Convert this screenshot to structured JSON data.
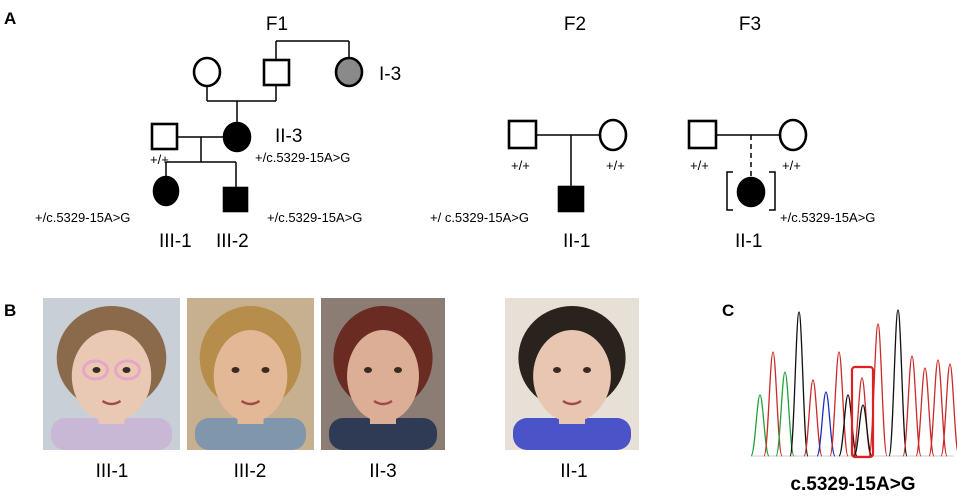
{
  "panels": {
    "a": "A",
    "b": "B",
    "c": "C"
  },
  "families": {
    "f1": {
      "title": "F1",
      "i3": "I-3",
      "ii3": "II-3",
      "ii3_gen": "+/c.5329-15A>G",
      "father_gen": "+/+",
      "iii1": "III-1",
      "iii1_gen": "+/c.5329-15A>G",
      "iii2": "III-2",
      "iii2_gen": "+/c.5329-15A>G"
    },
    "f2": {
      "title": "F2",
      "father_gen": "+/+",
      "mother_gen": "+/+",
      "child": "II-1",
      "child_gen": "+/ c.5329-15A>G"
    },
    "f3": {
      "title": "F3",
      "father_gen": "+/+",
      "mother_gen": "+/+",
      "child": "II-1",
      "child_gen": "+/c.5329-15A>G"
    }
  },
  "photos": [
    {
      "label": "III-1",
      "colors": {
        "bg": "#c9cfd6",
        "hair": "#8a6a4a",
        "skin": "#e9c9b4",
        "cloth": "#c9b7d6"
      }
    },
    {
      "label": "III-2",
      "colors": {
        "bg": "#c7b08f",
        "hair": "#b68d4a",
        "skin": "#e2b896",
        "cloth": "#7f96ad"
      }
    },
    {
      "label": "II-3",
      "colors": {
        "bg": "#8c7d74",
        "hair": "#6a2c22",
        "skin": "#dcae96",
        "cloth": "#2f3a55"
      }
    },
    {
      "label": "II-1",
      "colors": {
        "bg": "#e7e0d6",
        "hair": "#2a221c",
        "skin": "#e8c6b1",
        "cloth": "#4a54c8"
      }
    }
  ],
  "sequence": {
    "caption": "c.5329-15A>G",
    "colors": {
      "A": "#22a33a",
      "C": "#1f2fb8",
      "G": "#111111",
      "T": "#cc2a2a",
      "box": "#e02020"
    }
  }
}
